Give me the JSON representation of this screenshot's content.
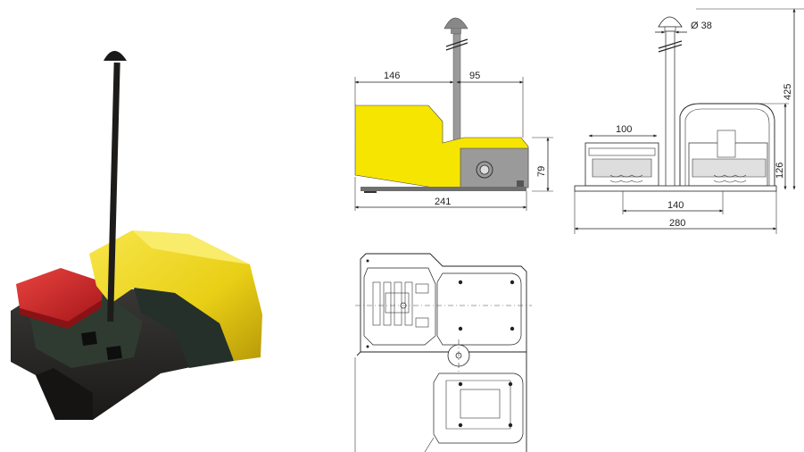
{
  "dimensions": {
    "side_width_front": "146",
    "side_width_rear": "95",
    "side_length": "241",
    "side_height": "79",
    "knob_diameter": "Ø 38",
    "rod_height": "425",
    "front_pedal_width": "100",
    "front_height": "126",
    "front_spacing": "140",
    "front_total": "280"
  },
  "colors": {
    "yellow_cover": "#f2dc1e",
    "red_pedal": "#d8262b",
    "base_dark": "#2b2a28",
    "drawing_yellow": "#f6e500",
    "drawing_grey": "#8a8a8a"
  }
}
